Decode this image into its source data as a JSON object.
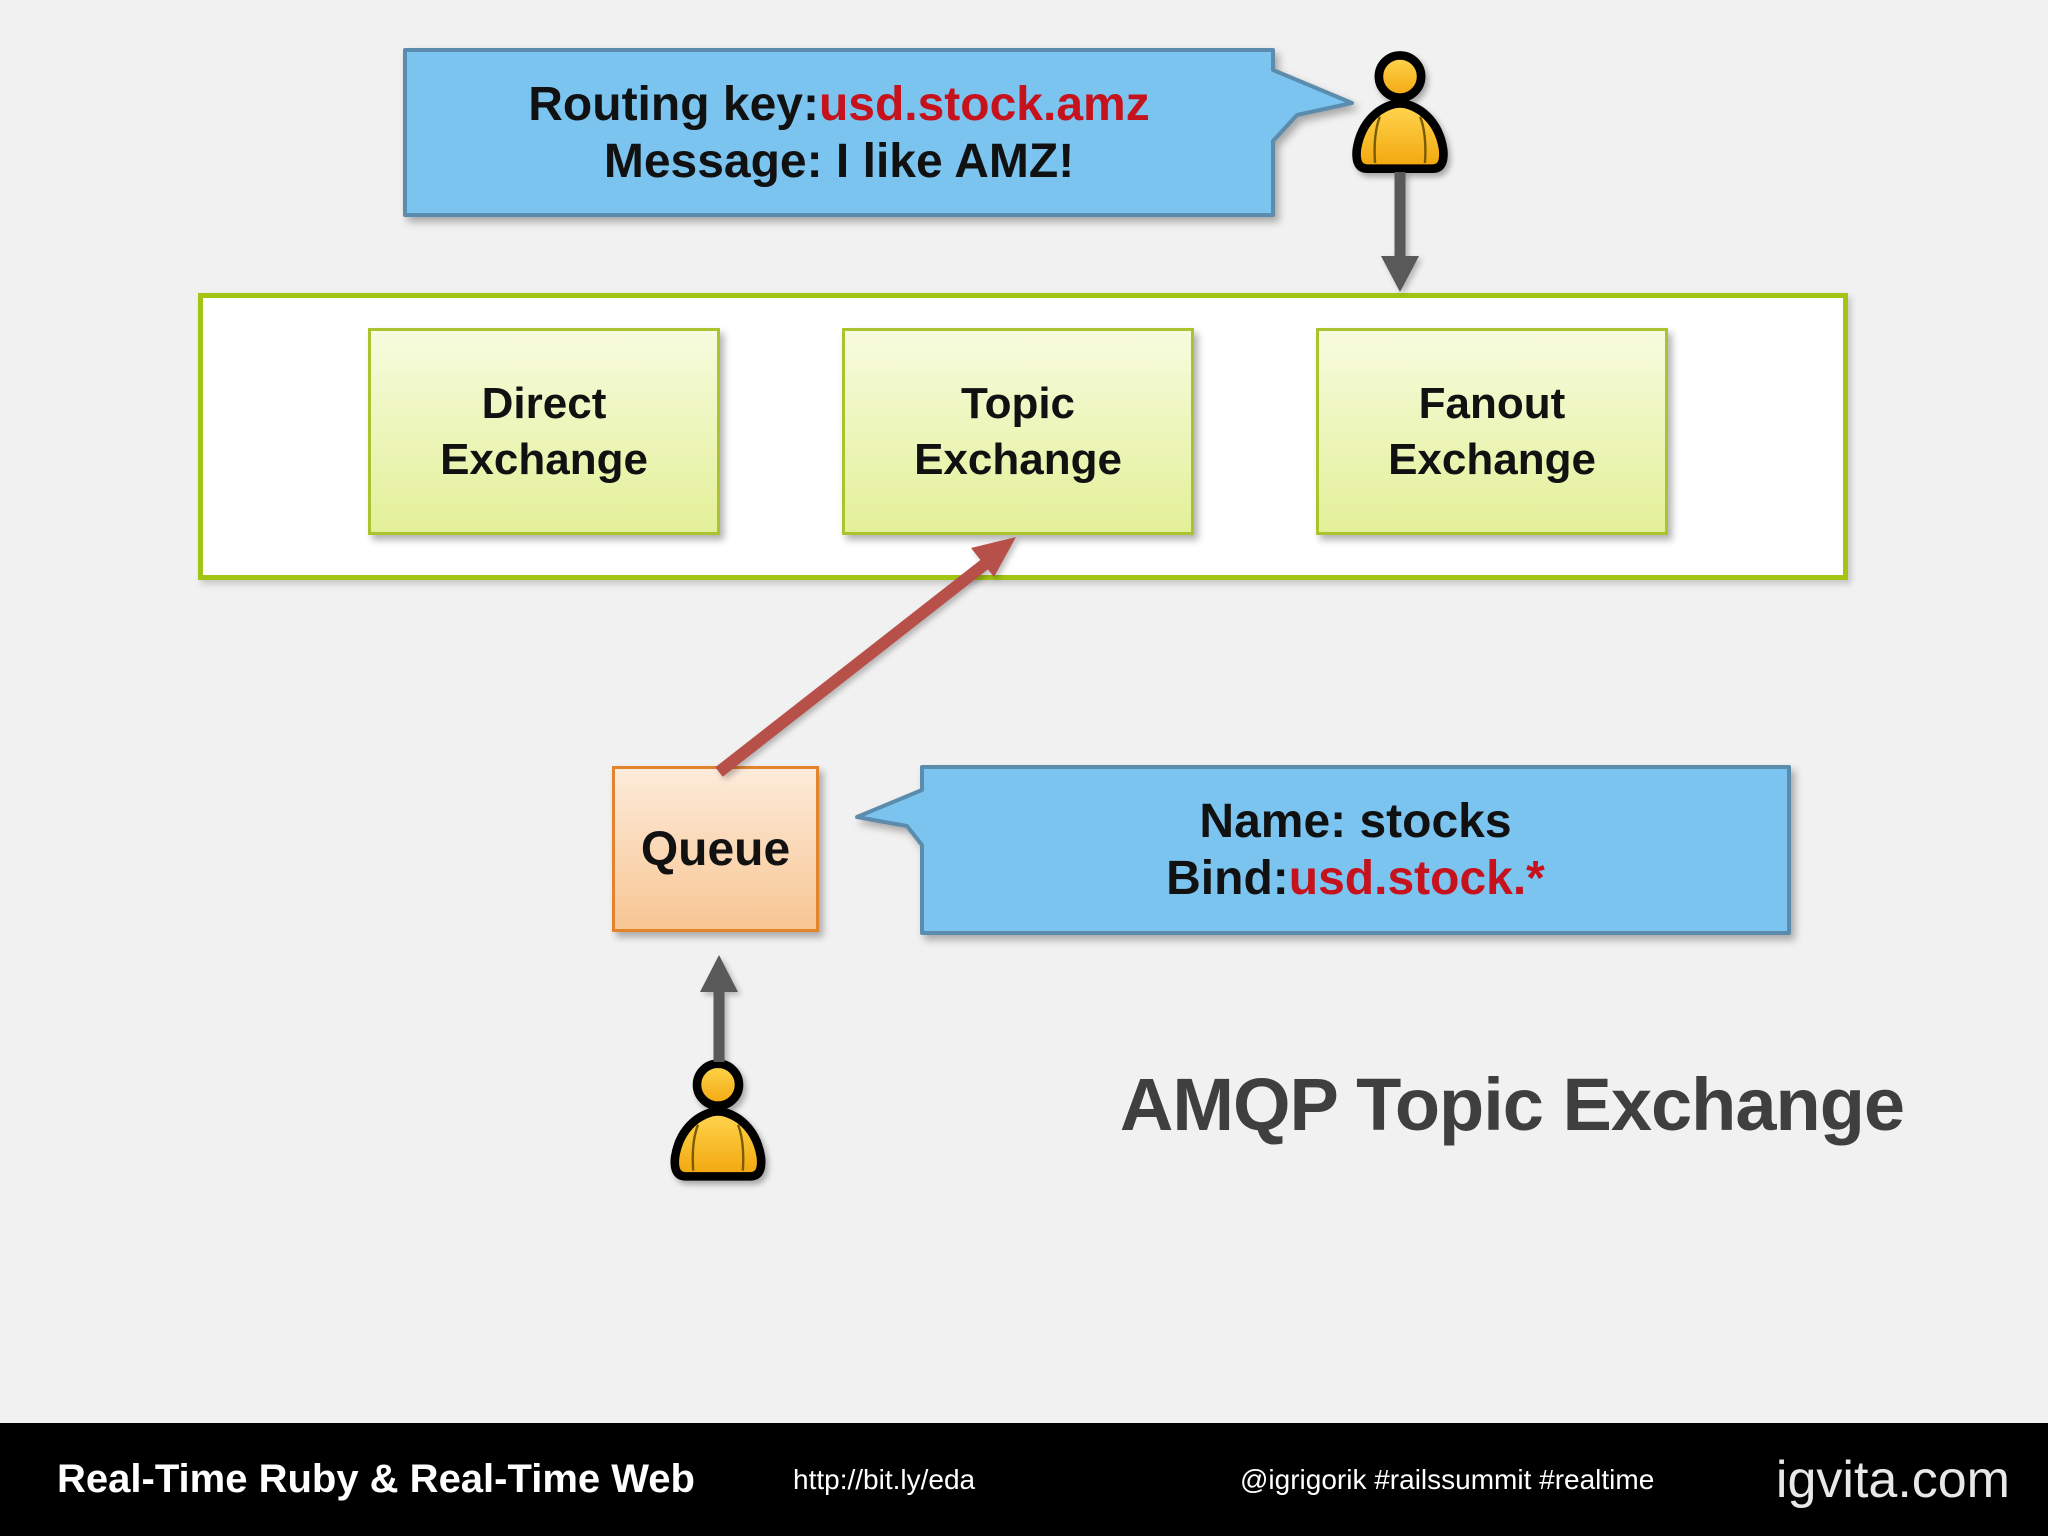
{
  "slide": {
    "title": "AMQP Topic Exchange",
    "bubbles": {
      "routing": {
        "line1_label": "Routing key:",
        "line1_value": "usd.stock.amz",
        "line2": "Message: I like AMZ!"
      },
      "binding": {
        "line1": "Name: stocks",
        "line2_label": "Bind:",
        "line2_value": "usd.stock.*"
      }
    },
    "exchange_boxes": [
      {
        "line1": "Direct",
        "line2": "Exchange"
      },
      {
        "line1": "Topic",
        "line2": "Exchange"
      },
      {
        "line1": "Fanout",
        "line2": "Exchange"
      }
    ],
    "queue_label": "Queue"
  },
  "footer": {
    "title": "Real-Time Ruby & Real-Time Web",
    "url": "http://bit.ly/eda",
    "tags": "@igrigorik #railssummit #realtime",
    "site": "igvita.com"
  },
  "colors": {
    "accent_red": "#C5121C",
    "bubble_fill": "#7CC4F0",
    "bubble_border": "#5B8CAE",
    "container_border": "#A2C513",
    "box_border": "#A9C42F",
    "queue_border": "#E2842E",
    "arrow_gray": "#595959",
    "arrow_red": "#B8504A",
    "title_gray": "#3F3F3F",
    "footer_bg": "#000000"
  }
}
